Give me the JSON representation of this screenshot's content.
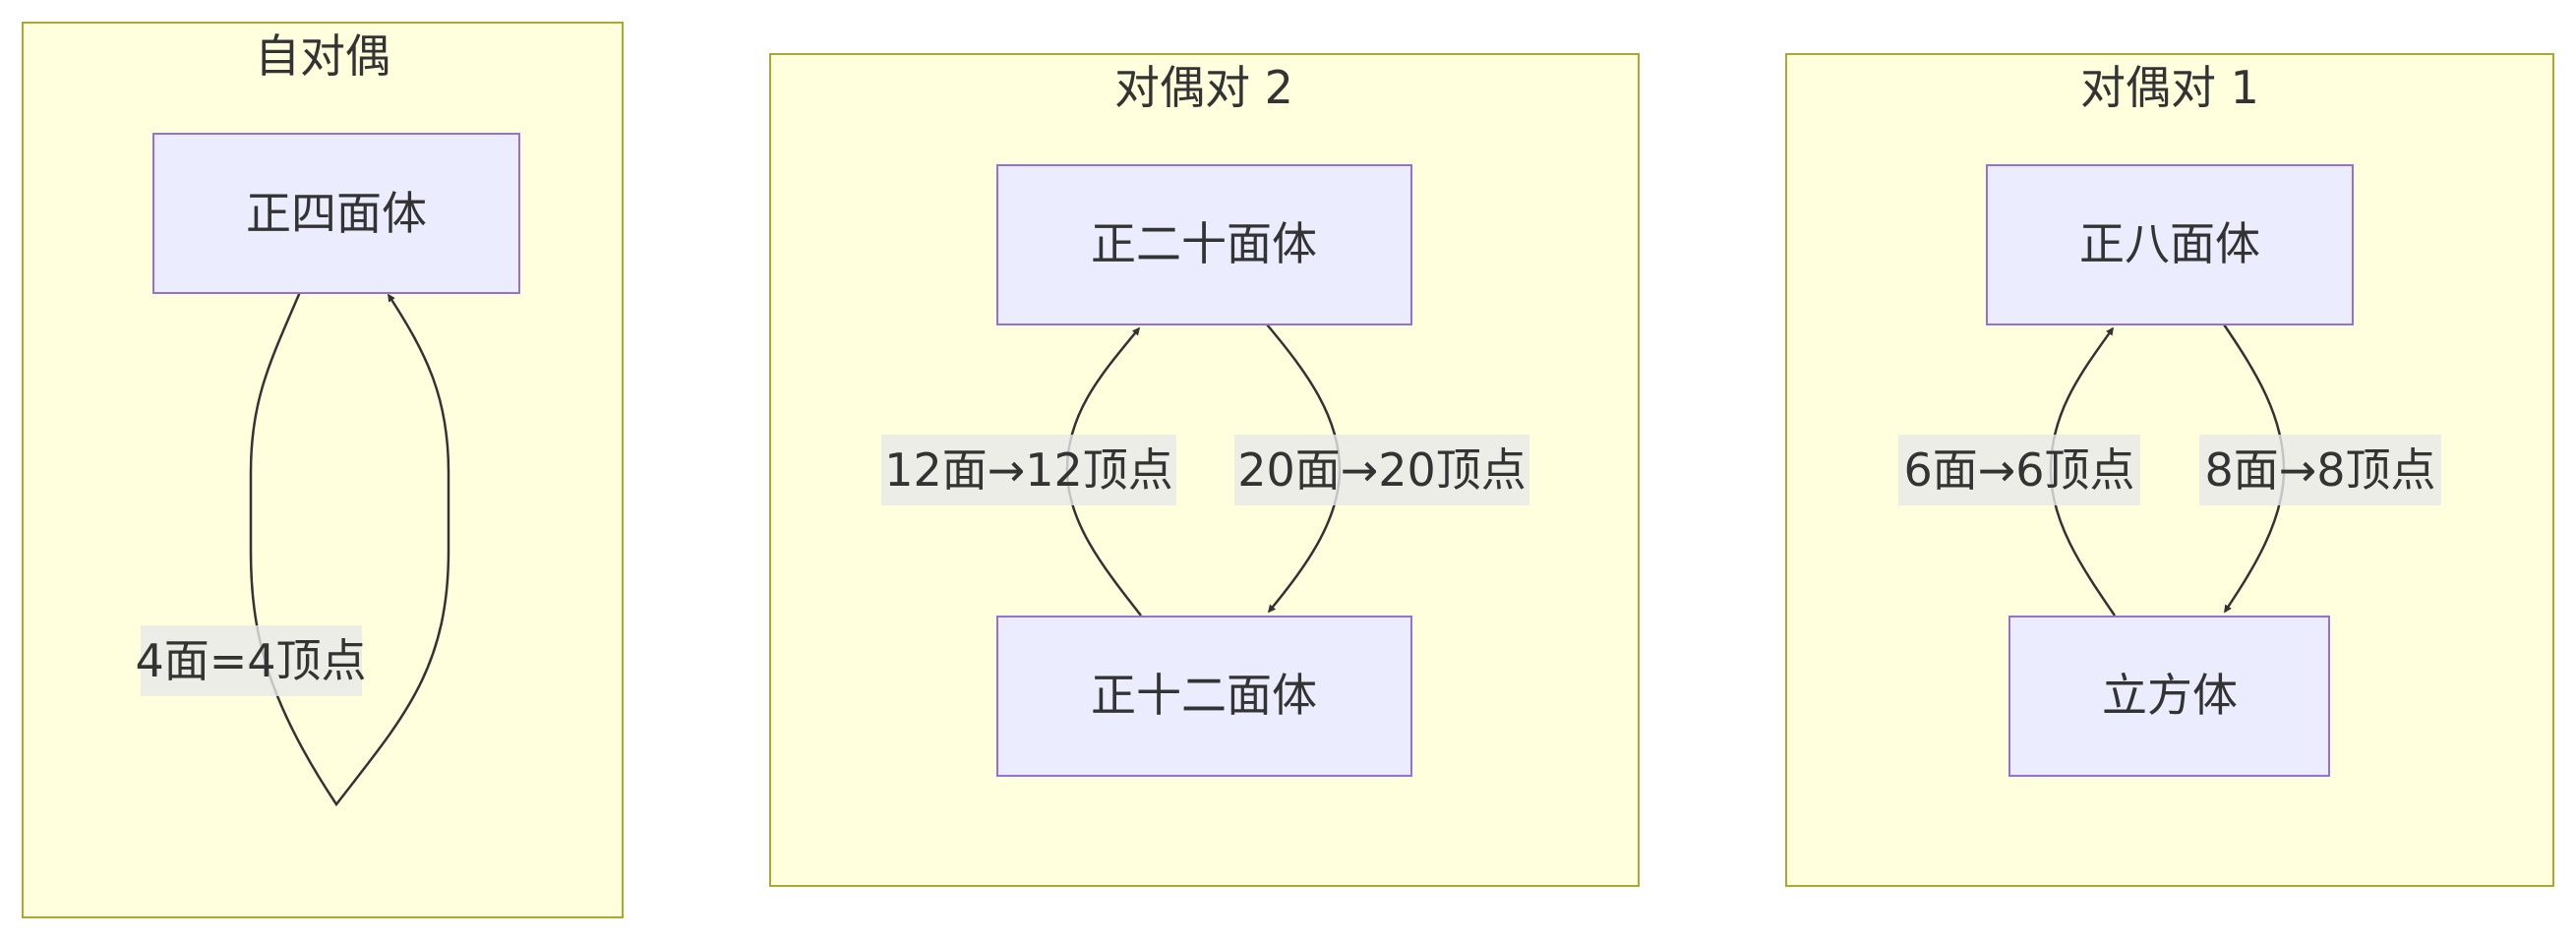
{
  "clusters": {
    "self_dual": {
      "title": "自对偶"
    },
    "pair2": {
      "title": "对偶对 2"
    },
    "pair1": {
      "title": "对偶对 1"
    }
  },
  "nodes": {
    "tetrahedron": "正四面体",
    "icosahedron": "正二十面体",
    "dodecahedron": "正十二面体",
    "octahedron": "正八面体",
    "cube": "立方体"
  },
  "edges": {
    "tetra_self": "4面=4顶点",
    "dodeca_to_icosa": "12面→12顶点",
    "icosa_to_dodeca": "20面→20顶点",
    "cube_to_octa": "6面→6顶点",
    "octa_to_cube": "8面→8顶点"
  },
  "colors": {
    "cluster_fill": "#ffffde",
    "cluster_stroke": "#aaaa33",
    "node_fill": "#ececff",
    "node_stroke": "#9370db",
    "edge_stroke": "#333333",
    "edge_label_bg": "#e8e8e8",
    "text": "#333333"
  }
}
